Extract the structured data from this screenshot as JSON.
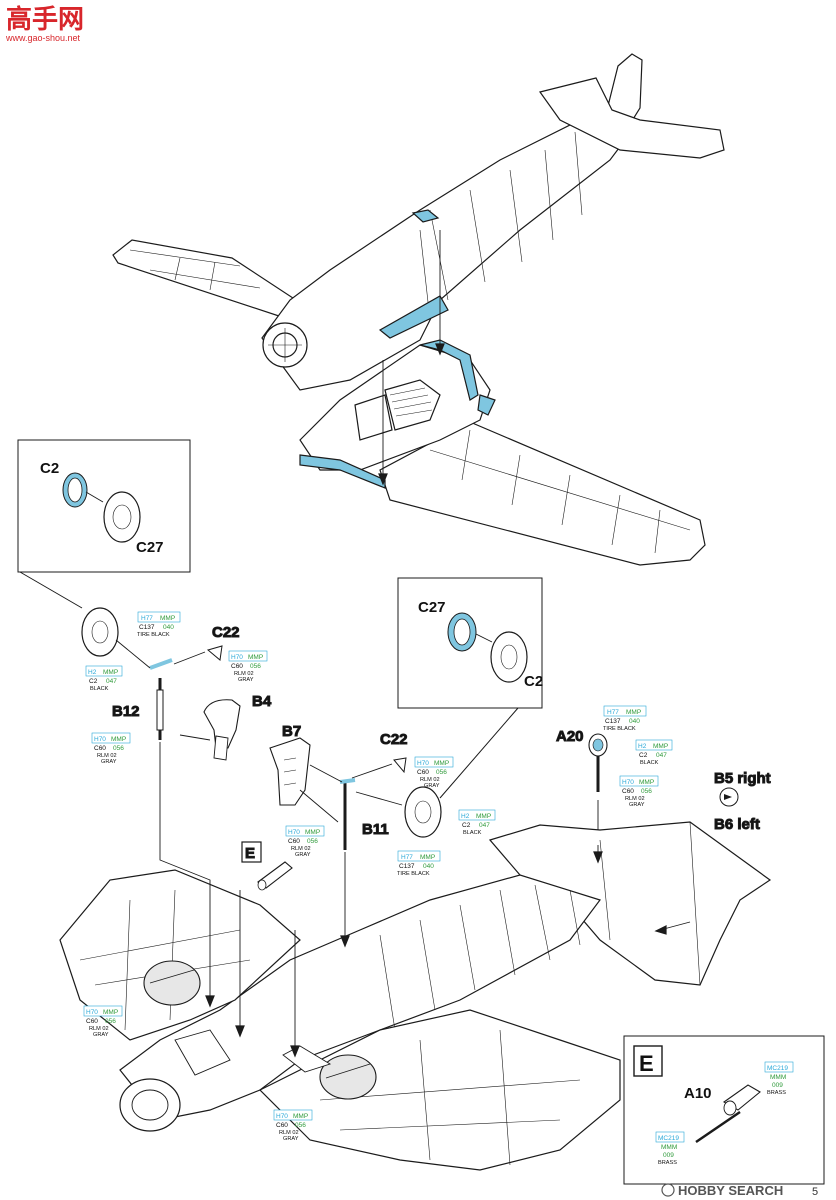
{
  "watermark_top": {
    "main": "高手网",
    "url": "www.gao-shou.net"
  },
  "watermark_bottom": {
    "brand": "HOBBY SEARCH"
  },
  "page_number": "5",
  "parts": {
    "C2_top": "C2",
    "C27_top": "C27",
    "C22_a": "C22",
    "B4": "B4",
    "B12": "B12",
    "B7": "B7",
    "C22_b": "C22",
    "B11": "B11",
    "C27_mid": "C27",
    "C2_mid": "C2",
    "A20": "A20",
    "B5": "B5 right",
    "B6": "B6 left",
    "E_a": "E",
    "E_box": "E",
    "A10": "A10"
  },
  "paint_codes": {
    "tire1": {
      "h": "H77",
      "m": "MMP",
      "c": "C137",
      "n": "040",
      "name": "TIRE BLACK"
    },
    "black1": {
      "h": "H2",
      "m": "MMP",
      "c": "C2",
      "n": "047",
      "name": "BLACK"
    },
    "gray_c22a": {
      "h": "H70",
      "m": "MMP",
      "c": "C60",
      "n": "056",
      "name1": "RLM 02",
      "name2": "GRAY"
    },
    "gray_b12": {
      "h": "H70",
      "m": "MMP",
      "c": "C60",
      "n": "056",
      "name1": "RLM 02",
      "name2": "GRAY"
    },
    "gray_c22b": {
      "h": "H70",
      "m": "MMP",
      "c": "C60",
      "n": "056",
      "name1": "RLM 02",
      "name2": "GRAY"
    },
    "gray_b7": {
      "h": "H70",
      "m": "MMP",
      "c": "C60",
      "n": "056",
      "name1": "RLM 02",
      "name2": "GRAY"
    },
    "black2": {
      "h": "H2",
      "m": "MMP",
      "c": "C2",
      "n": "047",
      "name": "BLACK"
    },
    "tire2": {
      "h": "H77",
      "m": "MMP",
      "c": "C137",
      "n": "040",
      "name": "TIRE BLACK"
    },
    "tire3": {
      "h": "H77",
      "m": "MMP",
      "c": "C137",
      "n": "040",
      "name": "TIRE BLACK"
    },
    "black3": {
      "h": "H2",
      "m": "MMP",
      "c": "C2",
      "n": "047",
      "name": "BLACK"
    },
    "gray_a20": {
      "h": "H70",
      "m": "MMP",
      "c": "C60",
      "n": "056",
      "name1": "RLM 02",
      "name2": "GRAY"
    },
    "gray_left": {
      "h": "H70",
      "m": "MMP",
      "c": "C60",
      "n": "056",
      "name1": "RLM 02",
      "name2": "GRAY"
    },
    "gray_right": {
      "h": "H70",
      "m": "MMP",
      "c": "C60",
      "n": "056",
      "name1": "RLM 02",
      "name2": "GRAY"
    },
    "brass1": {
      "h": "MC219",
      "m": "MMM",
      "n": "009",
      "name": "BRASS"
    },
    "brass2": {
      "h": "MC219",
      "m": "MMM",
      "n": "009",
      "name": "BRASS"
    }
  },
  "colors": {
    "line": "#1b1b1b",
    "accent_blue": "#7fc6e0",
    "watermark_red": "#d8262b",
    "watermark_blue": "#1f5fb3",
    "paint_blue": "#2aa8d8",
    "paint_green": "#2e9a3a"
  }
}
